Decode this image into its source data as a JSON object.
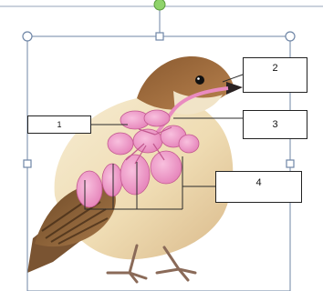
{
  "labels": {
    "label_1": "1",
    "label_2": "2",
    "label_3": "3",
    "label_4": "4"
  },
  "colors": {
    "selection_frame": "#6f86a6",
    "rotate_handle": "#8fd36a",
    "bird_back": "#9a6a3c",
    "bird_belly": "#f3e6c6",
    "lungs_air_sacs": "#e98bc0",
    "leader_lines": "#2a2a2a"
  }
}
